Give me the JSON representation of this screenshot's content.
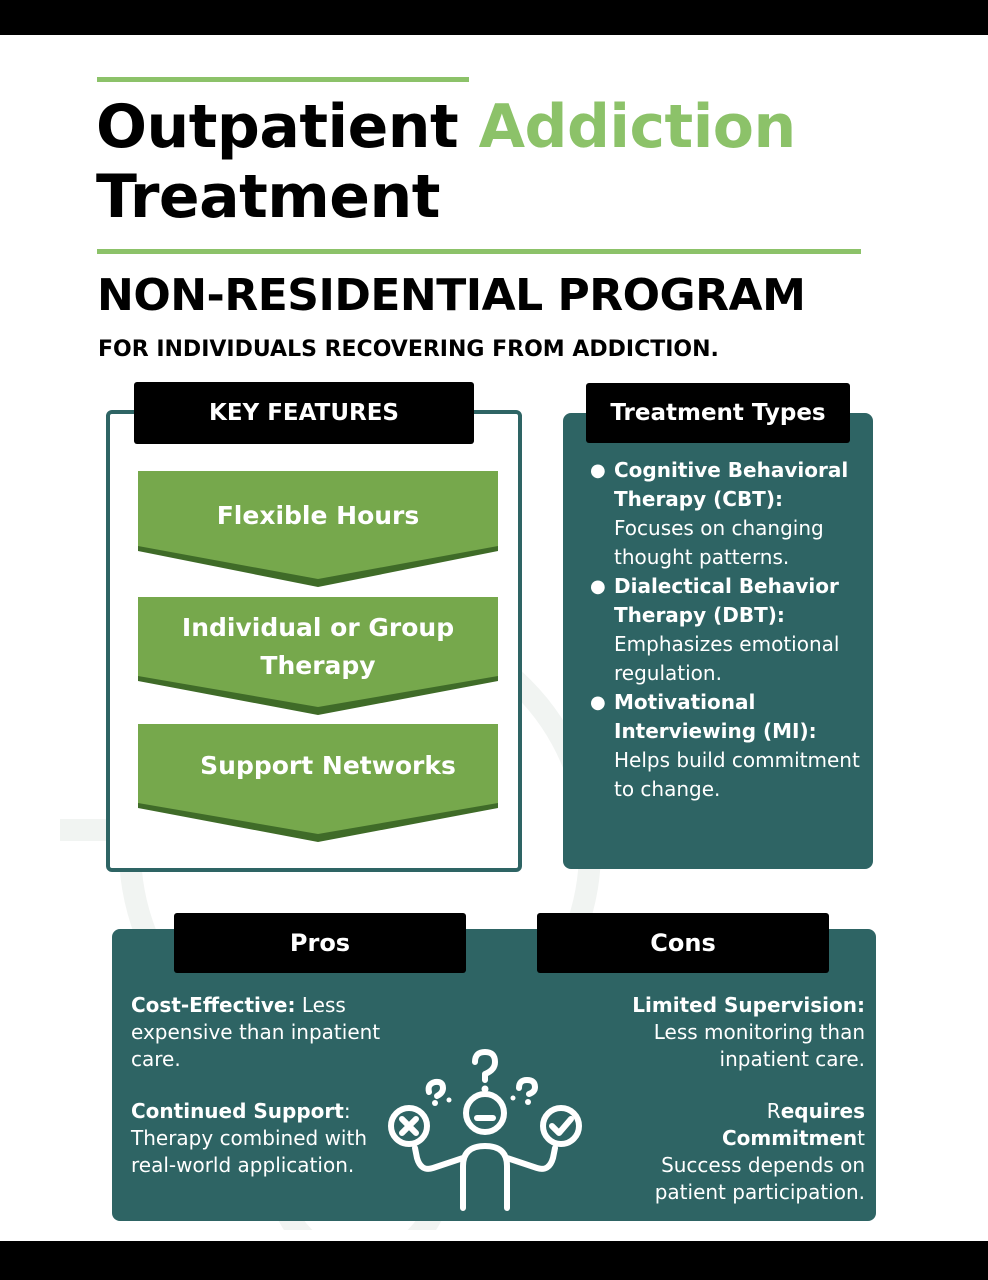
{
  "title": {
    "part1": "Outpatient ",
    "accent": "Addiction",
    "line2": "Treatment"
  },
  "subtitle": "NON-RESIDENTIAL PROGRAM",
  "tagline": "FOR INDIVIDUALS RECOVERING FROM ADDICTION.",
  "key_features": {
    "header": "KEY FEATURES",
    "items": [
      "Flexible Hours",
      "Individual or Group Therapy",
      "Support Networks"
    ]
  },
  "treatment_types": {
    "header": "Treatment Types",
    "items": [
      {
        "name": "Cognitive Behavioral Therapy (CBT):",
        "desc": "Focuses on changing thought patterns."
      },
      {
        "name": "Dialectical Behavior Therapy (DBT):",
        "desc": "Emphasizes emotional regulation."
      },
      {
        "name": "Motivational Interviewing (MI):",
        "desc": "Helps build commitment to change."
      }
    ]
  },
  "pros": {
    "header": "Pros",
    "items": [
      {
        "name": "Cost-Effective:",
        "desc": " Less expensive than inpatient care."
      },
      {
        "name": "Continued Support",
        "sep": ":",
        "desc": "Therapy combined with real-world application."
      }
    ]
  },
  "cons": {
    "header": "Cons",
    "items": [
      {
        "name": "Limited Supervision:",
        "desc": "Less monitoring than inpatient care."
      },
      {
        "pre": "R",
        "name1": "equires",
        "name2": "Commitmen",
        "post": "t",
        "desc": "Success depends on patient participation."
      }
    ]
  },
  "icons": {
    "person": "confused-person-icon",
    "question": "question-mark-icon",
    "check": "check-circle-icon",
    "cross": "x-circle-icon"
  },
  "colors": {
    "accent_green": "#8cc269",
    "chevron_green": "#76a84c",
    "teal": "#2e6464",
    "black": "#000000"
  }
}
